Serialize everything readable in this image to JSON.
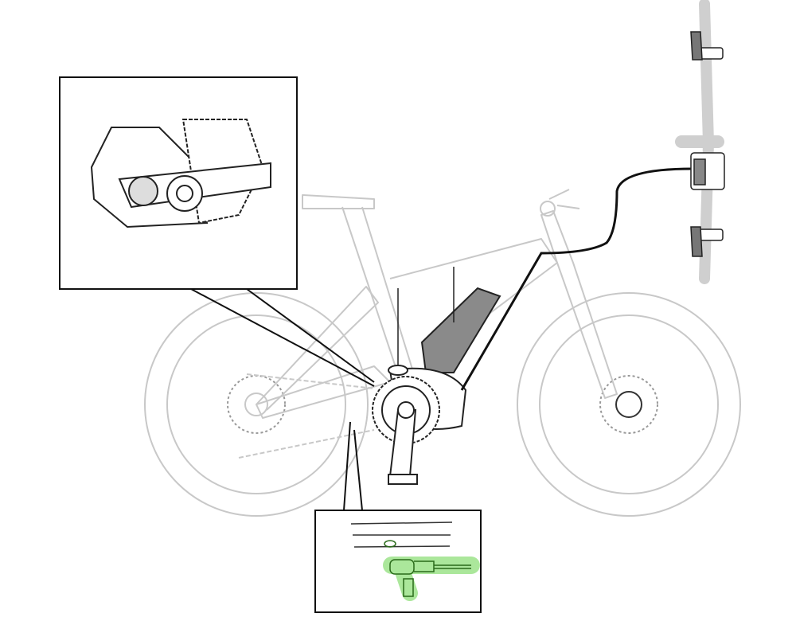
{
  "diagram": {
    "colors": {
      "frame_outline": "#c8c8c8",
      "line": "#1a1a1a",
      "battery": "#8a8a8a",
      "handlebar": "#cfcfcf",
      "highlight": "#8fe07a"
    },
    "parts": [
      "rear-wheel",
      "front-wheel",
      "frame",
      "battery",
      "drive-unit",
      "crankset",
      "handlebar",
      "shifter-switch",
      "display-unit",
      "cable",
      "motor-detail-inset",
      "sensor-detail-inset"
    ]
  }
}
